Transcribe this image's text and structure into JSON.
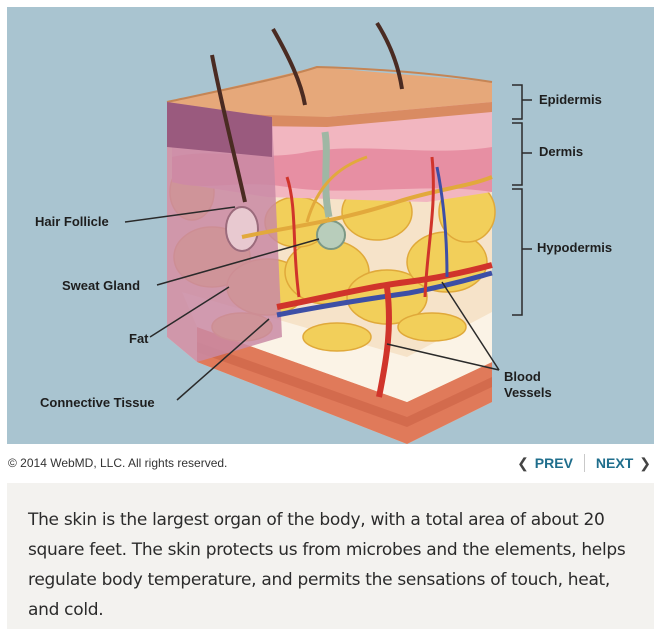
{
  "figure": {
    "labels": {
      "epidermis": "Epidermis",
      "dermis": "Dermis",
      "hypodermis": "Hypodermis",
      "hair_follicle": "Hair Follicle",
      "sweat_gland": "Sweat Gland",
      "fat": "Fat",
      "connective_tissue": "Connective Tissue",
      "blood_vessels_line1": "Blood",
      "blood_vessels_line2": "Vessels"
    }
  },
  "footer": {
    "copyright": "© 2014 WebMD, LLC. All rights reserved.",
    "prev_label": "PREV",
    "next_label": "NEXT",
    "prev_icon": "chevron-left-icon",
    "next_icon": "chevron-right-icon"
  },
  "caption": {
    "text": "The skin is the largest organ of the body, with a total area of about 20 square feet. The skin protects us from microbes and the elements, helps regulate body temperature, and permits the sensations of touch, heat, and cold."
  },
  "colors": {
    "background": "#a9c4d0",
    "link": "#1f6e8c",
    "caption_bg": "#f3f2ef"
  }
}
